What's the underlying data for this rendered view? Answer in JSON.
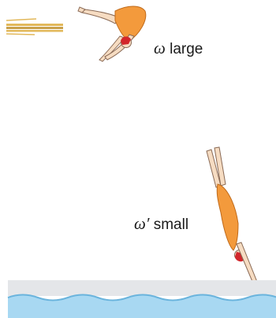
{
  "labels": {
    "large": {
      "symbol": "ω",
      "text": " large"
    },
    "small": {
      "symbol": "ω′",
      "text": " small"
    }
  },
  "colors": {
    "swimsuit": "#f39a3c",
    "swimsuit_shade": "#e07a22",
    "skin": "#f6dcc2",
    "skin_line": "#8a6a55",
    "cap": "#d2262b",
    "board": "#e2b85a",
    "board_dark": "#8a6a2a",
    "pool_deck": "#e4e6e9",
    "water": "#a8d8f2",
    "wave": "#6ab4dd"
  },
  "icons": {
    "board": "diving-board-icon",
    "diver_top": "tucked-diver-icon",
    "diver_bottom": "straight-diver-icon",
    "pool": "pool-water-icon"
  }
}
